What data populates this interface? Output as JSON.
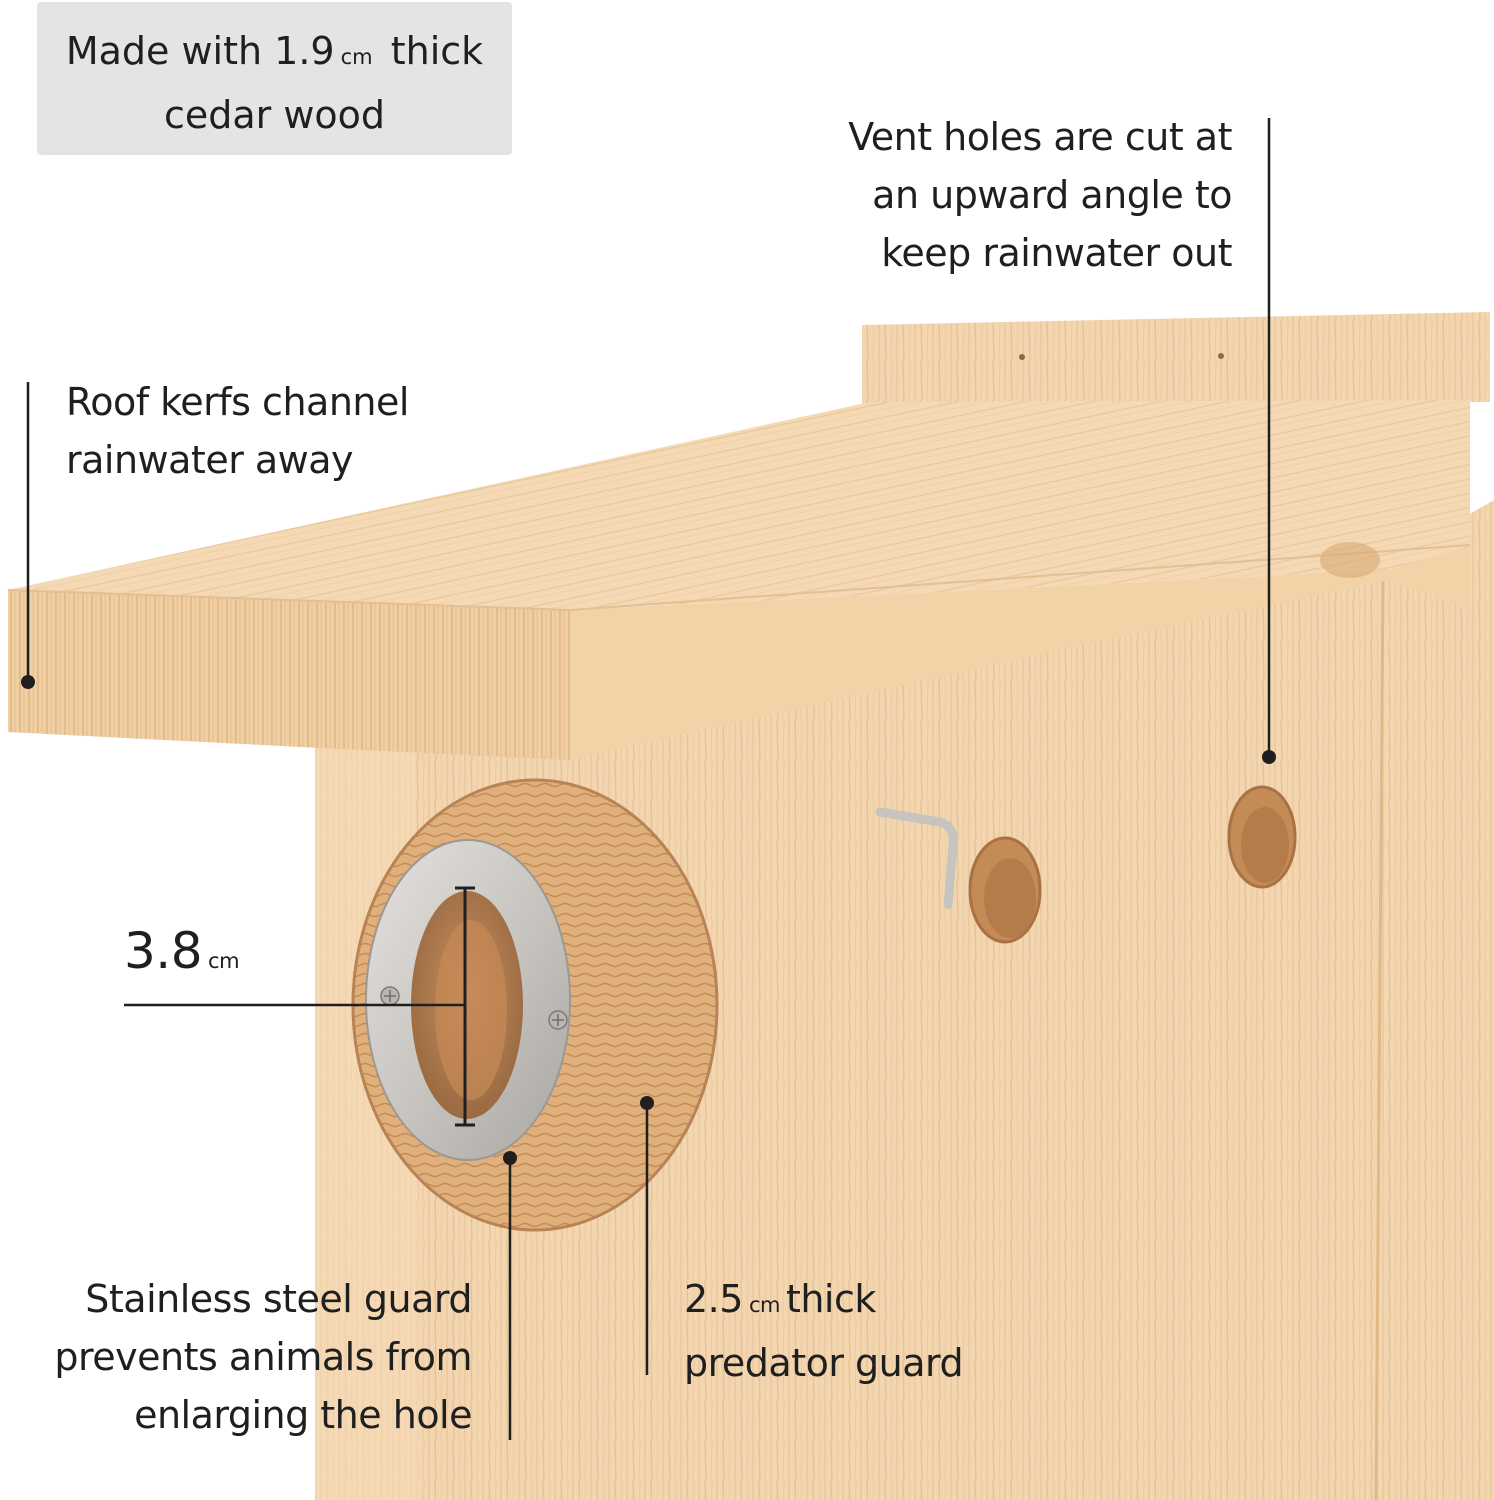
{
  "photo": {
    "subject": "birdhouse",
    "colors": {
      "wood": "#f1d3ab",
      "wood_dark": "#d9a774",
      "steel": "#c9c6c1",
      "ink": "#1f1f1f",
      "badge_bg": "#e4e4e4"
    }
  },
  "callouts": {
    "badge": {
      "prefix": "Made with 1.9",
      "unit": "cm",
      "line2": "thick cedar wood"
    },
    "vent": {
      "line1": "Vent holes are cut at",
      "line2": "an upward angle to",
      "line3": "keep rainwater out"
    },
    "roof": {
      "line1": "Roof kerfs channel",
      "line2": "rainwater away"
    },
    "hole_size": {
      "value": "3.8",
      "unit": "cm"
    },
    "steel": {
      "line1": "Stainless steel guard",
      "line2": "prevents animals from",
      "line3": "enlarging the hole"
    },
    "predator": {
      "value": "2.5",
      "unit": "cm",
      "suffix": "thick",
      "line2": "predator guard"
    }
  }
}
